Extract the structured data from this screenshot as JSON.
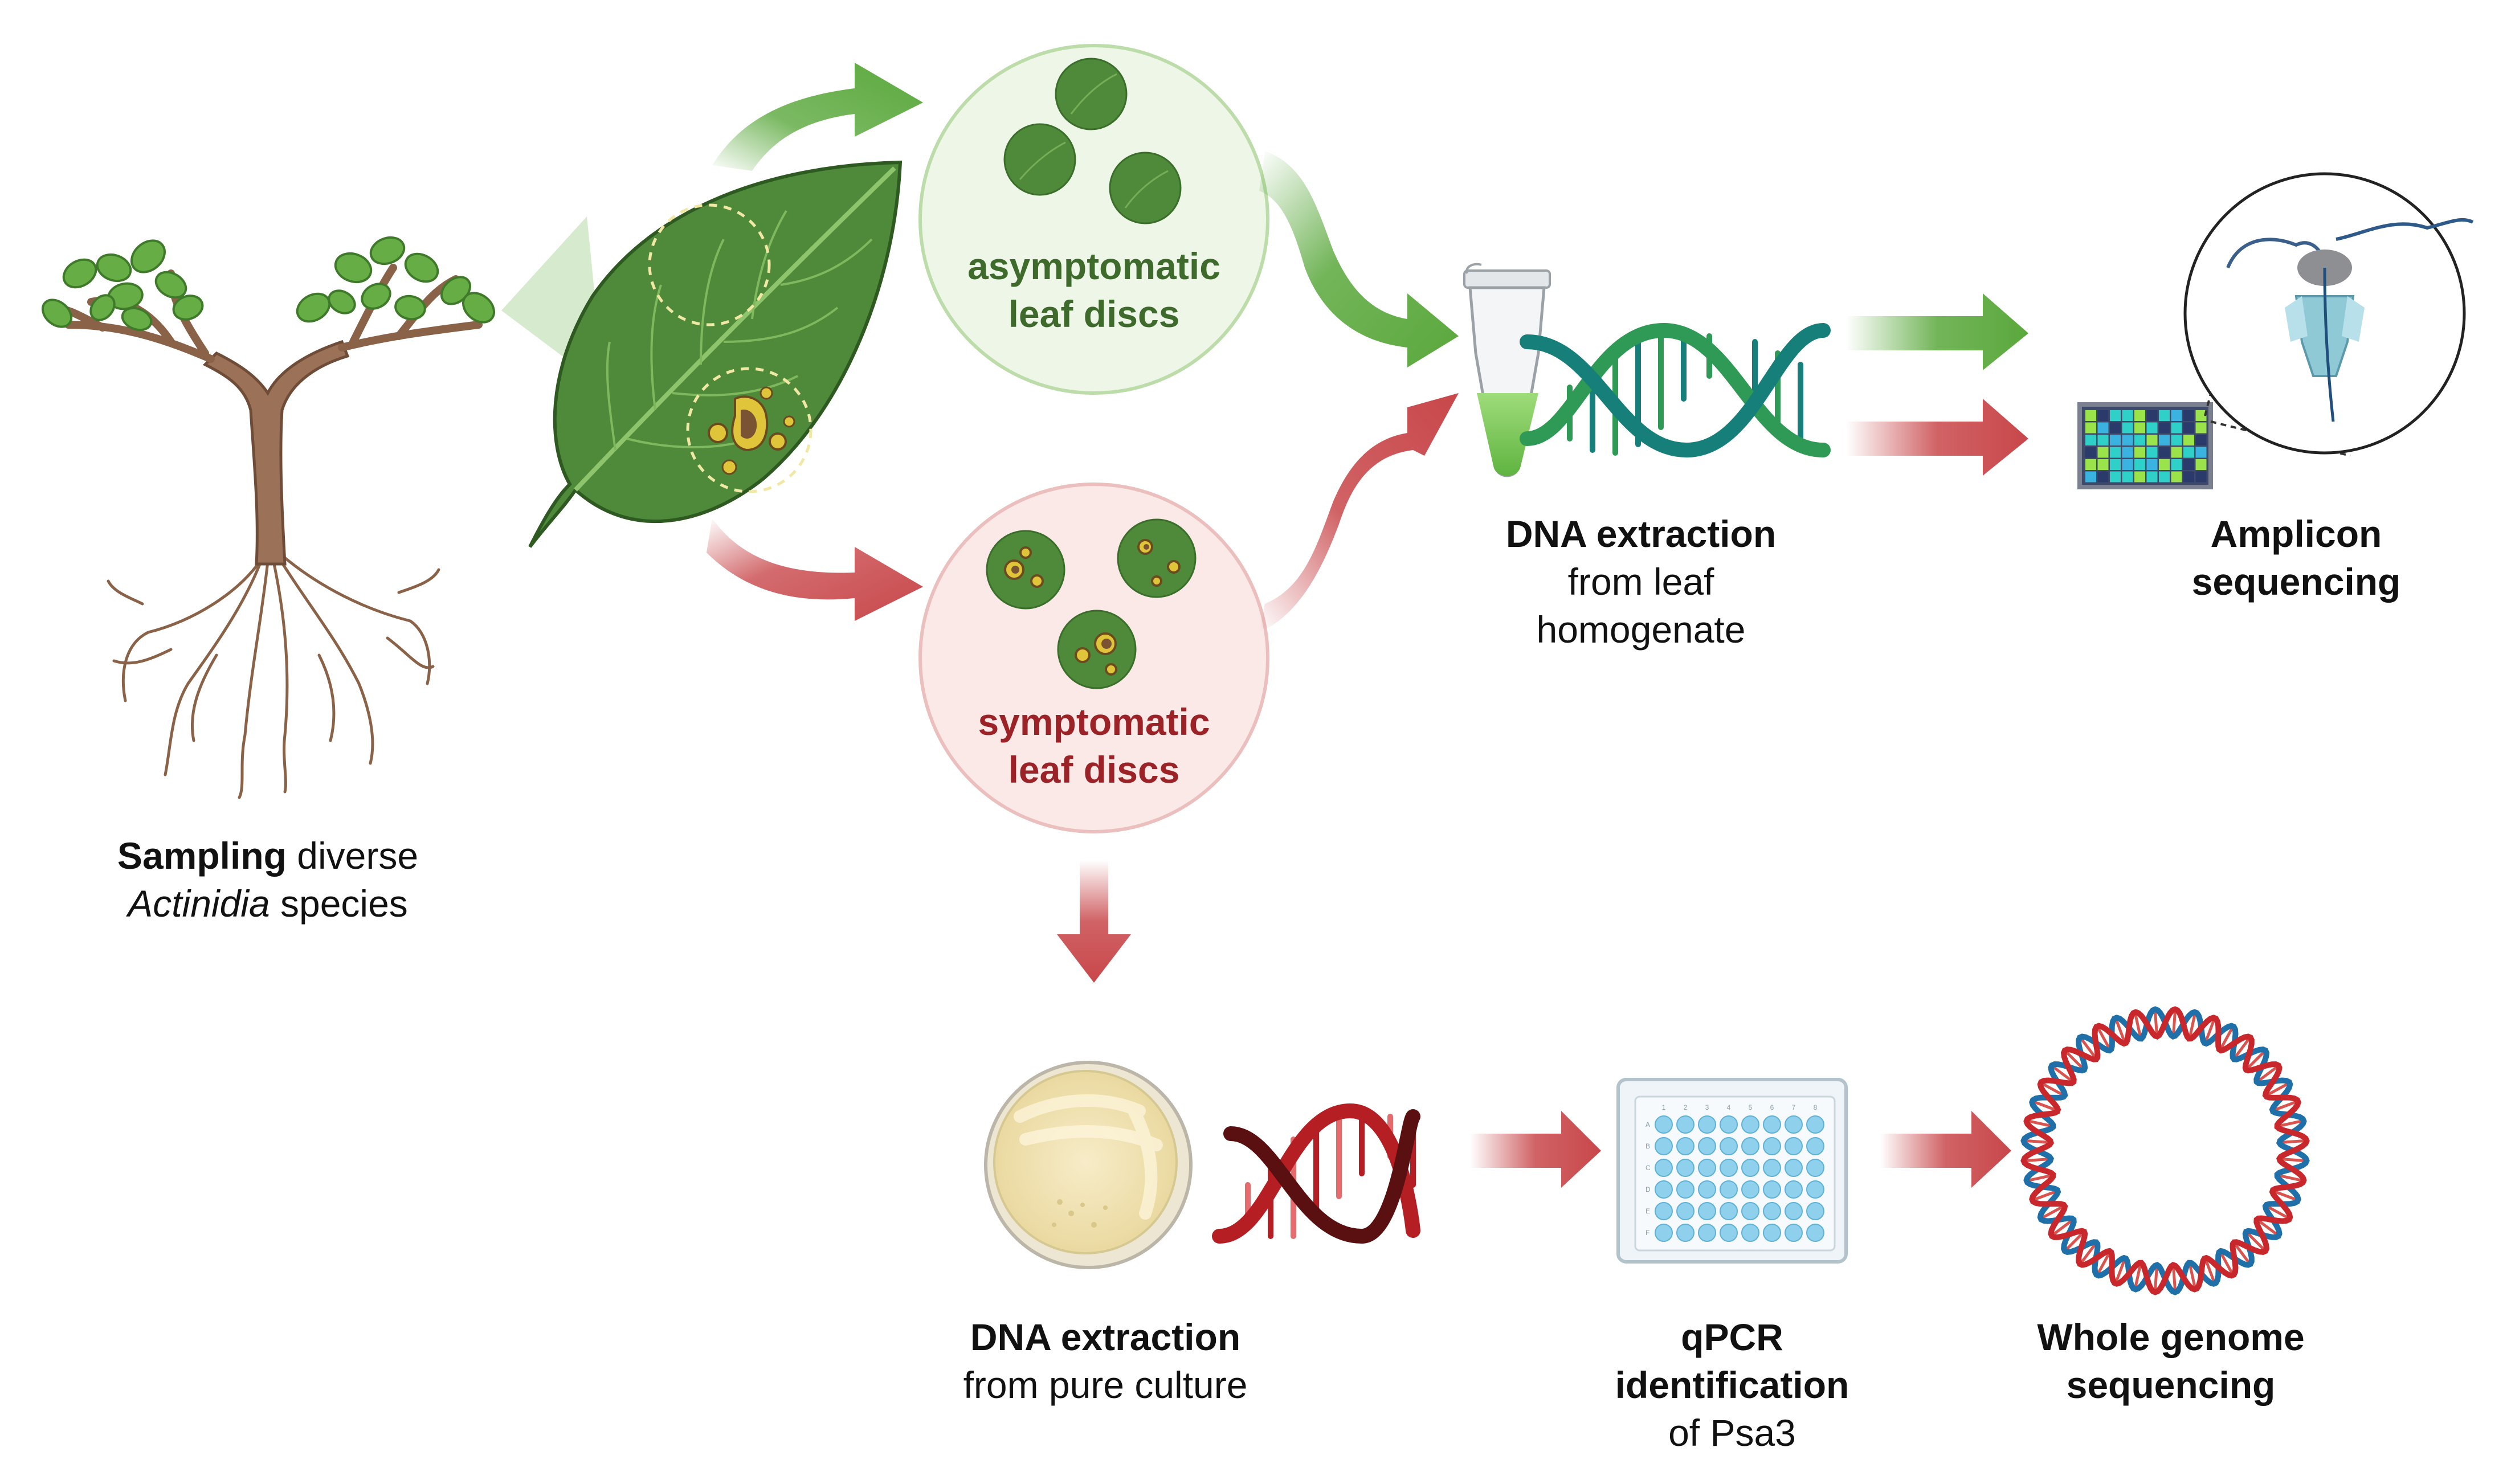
{
  "labels": {
    "sampling": {
      "bold": "Sampling",
      "rest": " diverse",
      "italic": "Actinidia",
      "rest2": " species"
    },
    "asymptomatic": {
      "line1": "asymptomatic",
      "line2": "leaf discs"
    },
    "symptomatic": {
      "line1": "symptomatic",
      "line2": "leaf discs"
    },
    "dna_leaf": {
      "bold": "DNA extraction",
      "line2": "from leaf",
      "line3": "homogenate"
    },
    "amplicon": {
      "line1": "Amplicon",
      "line2": "sequencing"
    },
    "dna_culture": {
      "bold": "DNA extraction",
      "line2": "from pure culture"
    },
    "qpcr": {
      "line1": "qPCR",
      "line2": "identification",
      "line3": "of Psa3"
    },
    "wgs": {
      "line1": "Whole genome",
      "line2": "sequencing"
    }
  },
  "colors": {
    "green_arrow": "#5aa83c",
    "red_arrow": "#c8474a",
    "asym_text": "#3e6a2c",
    "sym_text": "#9b2226",
    "leaf": "#4e8a3a",
    "dna_green": "#2e9a55",
    "dna_teal": "#167f7a",
    "dna_red": "#b51f23",
    "dna_dark": "#5a1010"
  },
  "plate_cols": [
    "1",
    "2",
    "3",
    "4",
    "5",
    "6",
    "7",
    "8"
  ],
  "plate_rows": [
    "A",
    "B",
    "C",
    "D",
    "E",
    "F"
  ]
}
